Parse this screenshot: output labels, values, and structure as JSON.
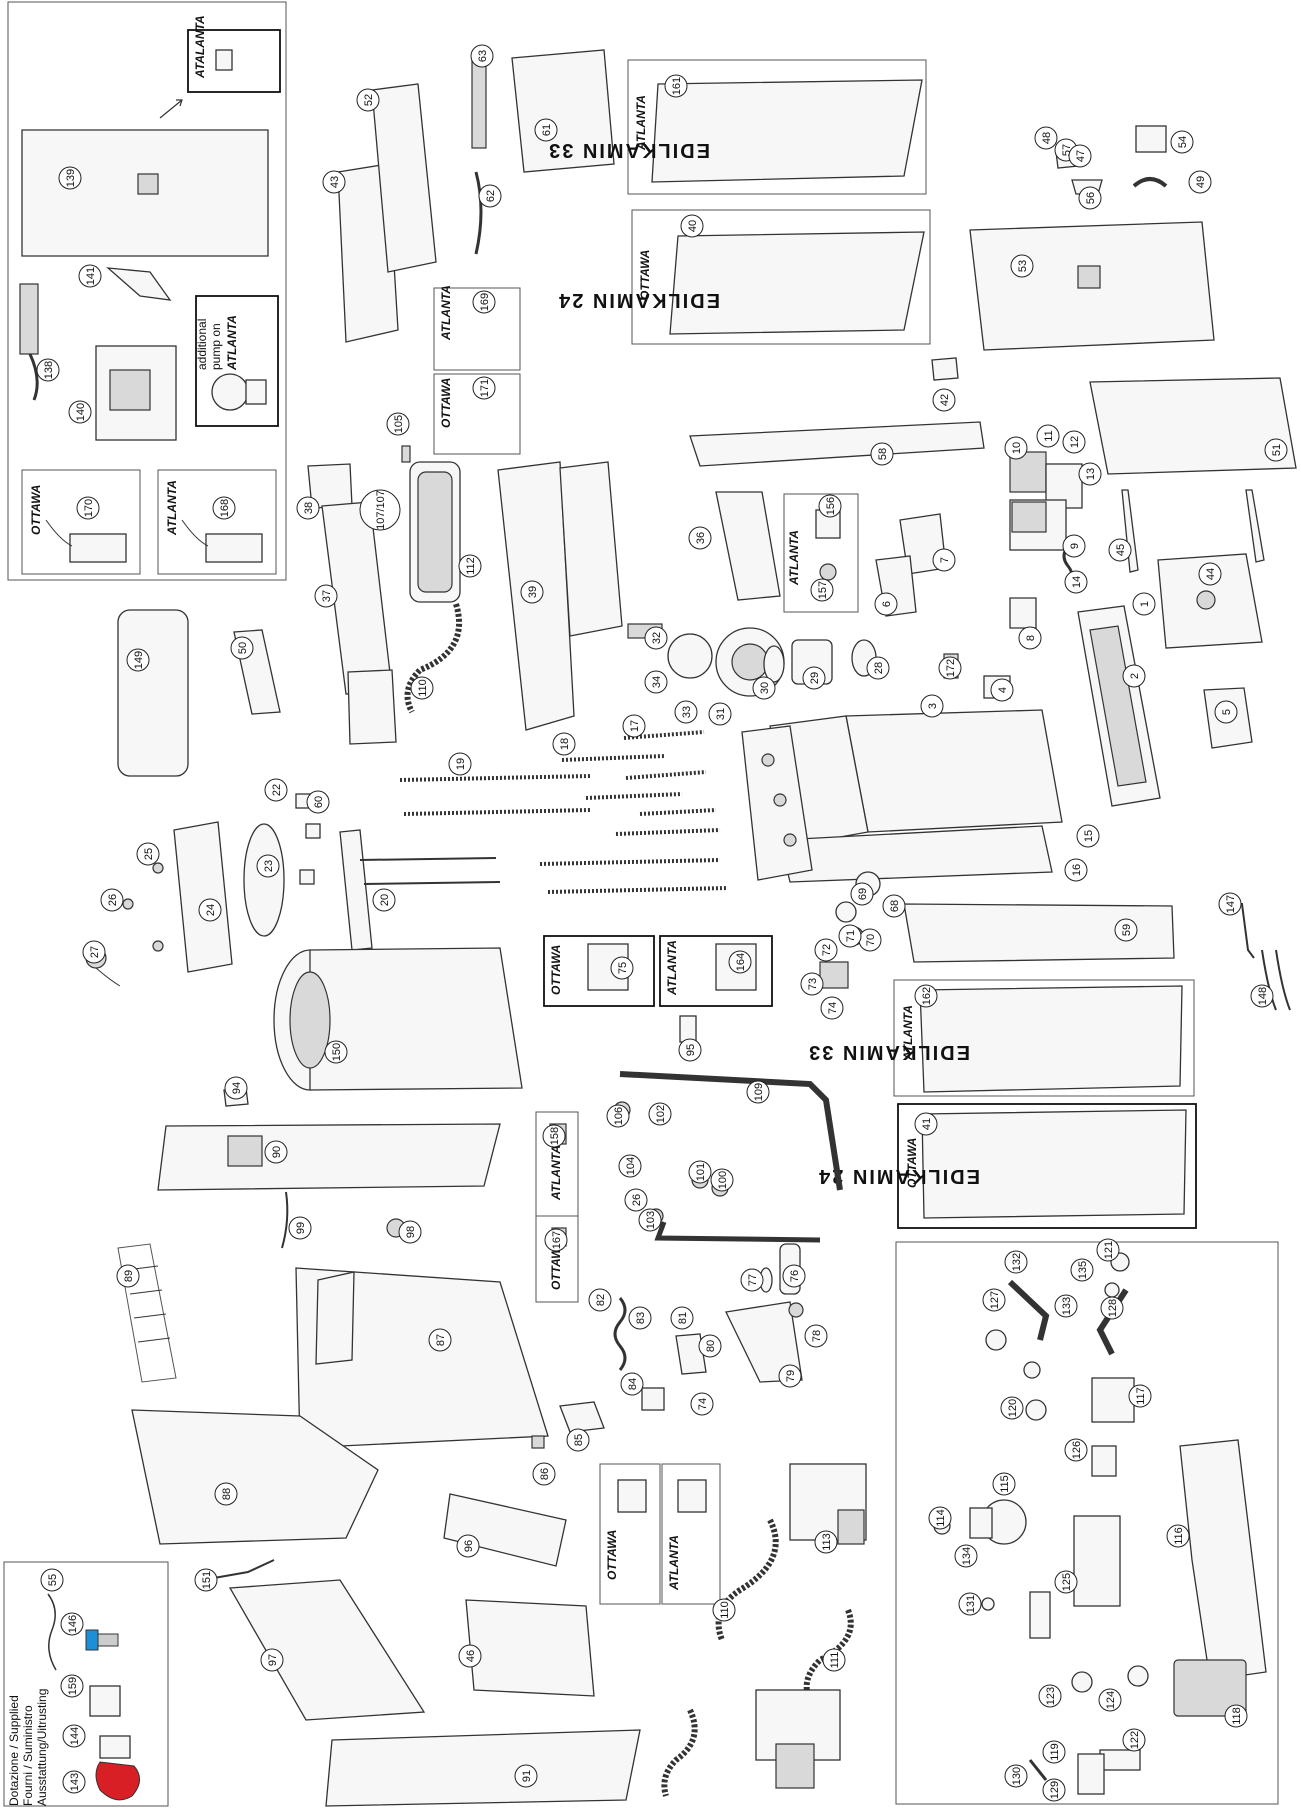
{
  "supplied": {
    "lines": [
      "Dotazione / Supplied",
      "Fourni / Suministro",
      "Ausstattung/Uitrusting"
    ]
  },
  "variants": {
    "atlanta": "ATLANTA",
    "atlanta_alt": "ATALANTA",
    "ottawa": "OTTAWA"
  },
  "brand": {
    "atlanta_plate": "EDILKAMIN 33",
    "ottawa_plate": "EDILKAMIN 24"
  },
  "notes": {
    "additional_pump": [
      "additional",
      "pump on",
      "ATLANTA"
    ]
  },
  "colors": {
    "glove": "#d81f26",
    "tool_handle": "#1c8fd6",
    "line": "#333333",
    "paper": "#ffffff"
  },
  "callouts": {
    "c1": "1",
    "c2": "2",
    "c3": "3",
    "c4": "4",
    "c5": "5",
    "c6": "6",
    "c7": "7",
    "c8": "8",
    "c9": "9",
    "c10": "10",
    "c11": "11",
    "c12": "12",
    "c13": "13",
    "c14": "14",
    "c15": "15",
    "c16": "16",
    "c17": "17",
    "c18": "18",
    "c19": "19",
    "c20": "20",
    "c22": "22",
    "c23": "23",
    "c24": "24",
    "c25": "25",
    "c26": "26",
    "c27": "27",
    "c28": "28",
    "c29": "29",
    "c30": "30",
    "c31": "31",
    "c32": "32",
    "c33": "33",
    "c34": "34",
    "c36": "36",
    "c37": "37",
    "c38": "38",
    "c39": "39",
    "c40": "40",
    "c41": "41",
    "c42": "42",
    "c43": "43",
    "c44": "44",
    "c45": "45",
    "c46": "46",
    "c47": "47",
    "c48": "48",
    "c49": "49",
    "c50": "50",
    "c51": "51",
    "c52": "52",
    "c53": "53",
    "c54": "54",
    "c55": "55",
    "c56": "56",
    "c57": "57",
    "c58": "58",
    "c59": "59",
    "c60": "60",
    "c61": "61",
    "c62": "62",
    "c63": "63",
    "c68": "68",
    "c69": "69",
    "c70": "70",
    "c71": "71",
    "c72": "72",
    "c73": "73",
    "c74": "74",
    "c75": "75",
    "c76": "76",
    "c77": "77",
    "c78": "78",
    "c79": "79",
    "c80": "80",
    "c81": "81",
    "c82": "82",
    "c83": "83",
    "c84": "84",
    "c85": "85",
    "c86": "86",
    "c87": "87",
    "c88": "88",
    "c89": "89",
    "c90": "90",
    "c91": "91",
    "c94": "94",
    "c95": "95",
    "c96": "96",
    "c97": "97",
    "c98": "98",
    "c99": "99",
    "c100": "100",
    "c101": "101",
    "c102": "102",
    "c103": "103",
    "c104": "104",
    "c105": "105",
    "c106": "106",
    "c107": "107",
    "c109": "109",
    "c110": "110",
    "c111": "111",
    "c112": "112",
    "c113": "113",
    "c114": "114",
    "c115": "115",
    "c116": "116",
    "c117": "117",
    "c118": "118",
    "c119": "119",
    "c120": "120",
    "c121": "121",
    "c122": "122",
    "c123": "123",
    "c124": "124",
    "c125": "125",
    "c126": "126",
    "c127": "127",
    "c128": "128",
    "c129": "129",
    "c130": "130",
    "c131": "131",
    "c132": "132",
    "c133": "133",
    "c134": "134",
    "c135": "135",
    "c138": "138",
    "c139": "139",
    "c140": "140",
    "c141": "141",
    "c143": "143",
    "c144": "144",
    "c146": "146",
    "c147": "147",
    "c148": "148",
    "c149": "149",
    "c150": "150",
    "c151": "151",
    "c156": "156",
    "c157": "157",
    "c158": "158",
    "c159": "159",
    "c161": "161",
    "c162": "162",
    "c164": "164",
    "c167": "167",
    "c168": "168",
    "c169": "169",
    "c170": "170",
    "c171": "171",
    "c172": "172",
    "c107_107": "107/107"
  }
}
